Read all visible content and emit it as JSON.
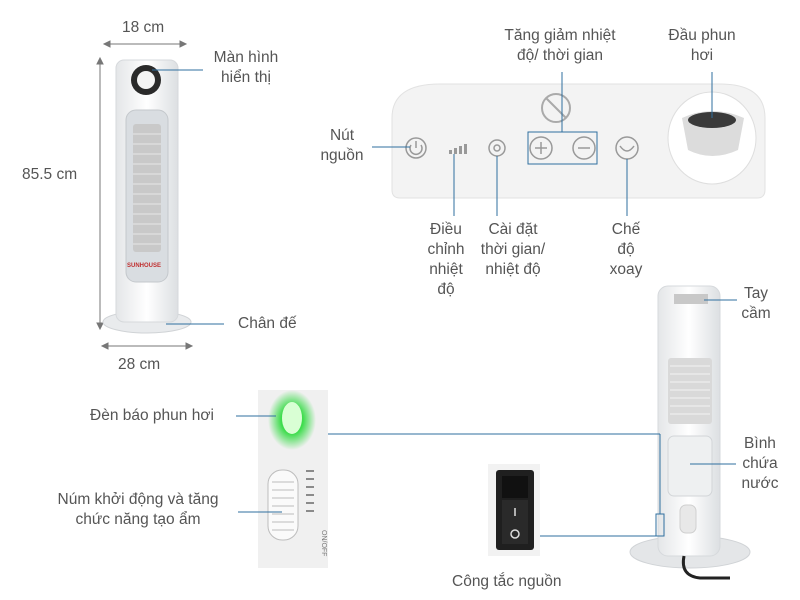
{
  "labels": {
    "width_top": "18 cm",
    "height_side": "85.5 cm",
    "width_base": "28 cm",
    "display_screen_l1": "Màn hình",
    "display_screen_l2": "hiển thị",
    "base_stand": "Chân đế",
    "power_button_l1": "Nút",
    "power_button_l2": "nguồn",
    "adjust_l1": "Tăng giảm nhiệt",
    "adjust_l2": "độ/ thời gian",
    "mist_head_l1": "Đầu phun",
    "mist_head_l2": "hơi",
    "temp_adjust_l1": "Điều",
    "temp_adjust_l2": "chỉnh",
    "temp_adjust_l3": "nhiệt",
    "temp_adjust_l4": "độ",
    "timer_set_l1": "Cài đặt",
    "timer_set_l2": "thời gian/",
    "timer_set_l3": "nhiệt độ",
    "swing_l1": "Chế",
    "swing_l2": "độ",
    "swing_l3": "xoay",
    "handle_l1": "Tay",
    "handle_l2": "cầm",
    "water_tank_l1": "Bình",
    "water_tank_l2": "chứa",
    "water_tank_l3": "nước",
    "mist_indicator": "Đèn báo phun hơi",
    "humidifier_knob_l1": "Núm khởi động và tăng",
    "humidifier_knob_l2": "chức năng tạo ẩm",
    "power_switch": "Công tắc nguồn"
  },
  "brand": "SUNHOUSE",
  "knob_marking": "ON/OFF",
  "colors": {
    "leader_line": "#2f6f9f",
    "indicator_green": "#3bdc4a",
    "label_text": "#555555"
  }
}
